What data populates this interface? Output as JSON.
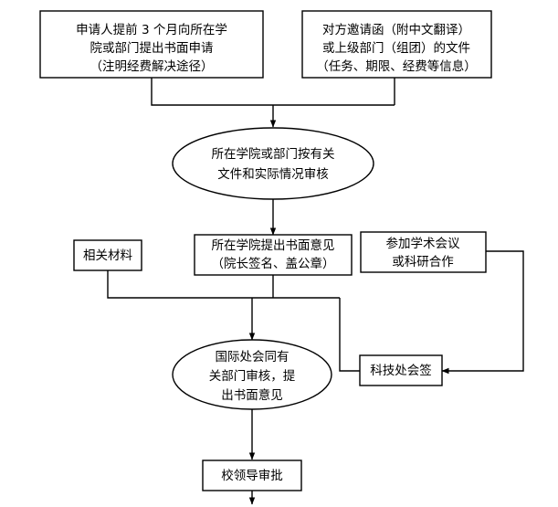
{
  "chart_data": {
    "type": "diagram",
    "title": "",
    "diagram_kind": "flowchart",
    "orientation": "top-to-bottom",
    "nodes": [
      {
        "id": "apply",
        "shape": "rectangle",
        "lines": [
          "申请人提前 3 个月向所在学",
          "院或部门提出书面申请",
          "（注明经费解决途径）"
        ]
      },
      {
        "id": "invitation",
        "shape": "rectangle",
        "lines": [
          "对方邀请函（附中文翻译）",
          "或上级部门（组团）的文件",
          "（任务、期限、经费等信息）"
        ]
      },
      {
        "id": "college-review",
        "shape": "ellipse",
        "lines": [
          "所在学院或部门按有关",
          "文件和实际情况审核"
        ]
      },
      {
        "id": "materials",
        "shape": "rectangle",
        "lines": [
          "相关材料"
        ]
      },
      {
        "id": "written-opinion",
        "shape": "rectangle",
        "lines": [
          "所在学院提出书面意见",
          "（院长签名、盖公章）"
        ]
      },
      {
        "id": "conference",
        "shape": "rectangle",
        "lines": [
          "参加学术会议",
          "或科研合作"
        ]
      },
      {
        "id": "intl-office",
        "shape": "ellipse",
        "lines": [
          "国际处会同有",
          "关部门审核，提",
          "出书面意见"
        ]
      },
      {
        "id": "tech-office",
        "shape": "rectangle",
        "lines": [
          "科技处会签"
        ]
      },
      {
        "id": "leader-approval",
        "shape": "rectangle",
        "lines": [
          "校领导审批"
        ]
      }
    ],
    "edges": [
      {
        "from": "apply",
        "to": "college-review",
        "arrow": true
      },
      {
        "from": "invitation",
        "to": "college-review",
        "arrow": true
      },
      {
        "from": "college-review",
        "to": "written-opinion",
        "arrow": true
      },
      {
        "from": "materials",
        "to": "intl-office",
        "arrow": true
      },
      {
        "from": "written-opinion",
        "to": "intl-office",
        "arrow": true
      },
      {
        "from": "conference",
        "to": "tech-office",
        "arrow": true
      },
      {
        "from": "tech-office",
        "to": "intl-office",
        "arrow": false
      },
      {
        "from": "intl-office",
        "to": "leader-approval",
        "arrow": true
      },
      {
        "from": "leader-approval",
        "to": "next",
        "arrow": true
      }
    ],
    "colors": {
      "background": "#ffffff",
      "stroke": "#000000",
      "text": "#000000",
      "fill": "#ffffff"
    }
  },
  "nodes": {
    "apply": {
      "line1": "申请人提前 3 个月向所在学",
      "line2": "院或部门提出书面申请",
      "line3": "（注明经费解决途径）"
    },
    "invitation": {
      "line1": "对方邀请函（附中文翻译）",
      "line2": "或上级部门（组团）的文件",
      "line3": "（任务、期限、经费等信息）"
    },
    "college_review": {
      "line1": "所在学院或部门按有关",
      "line2": "文件和实际情况审核"
    },
    "materials": {
      "line1": "相关材料"
    },
    "written_opinion": {
      "line1": "所在学院提出书面意见",
      "line2": "（院长签名、盖公章）"
    },
    "conference": {
      "line1": "参加学术会议",
      "line2": "或科研合作"
    },
    "intl_office": {
      "line1": "国际处会同有",
      "line2": "关部门审核，提",
      "line3": "出书面意见"
    },
    "tech_office": {
      "line1": "科技处会签"
    },
    "leader_approval": {
      "line1": "校领导审批"
    }
  }
}
